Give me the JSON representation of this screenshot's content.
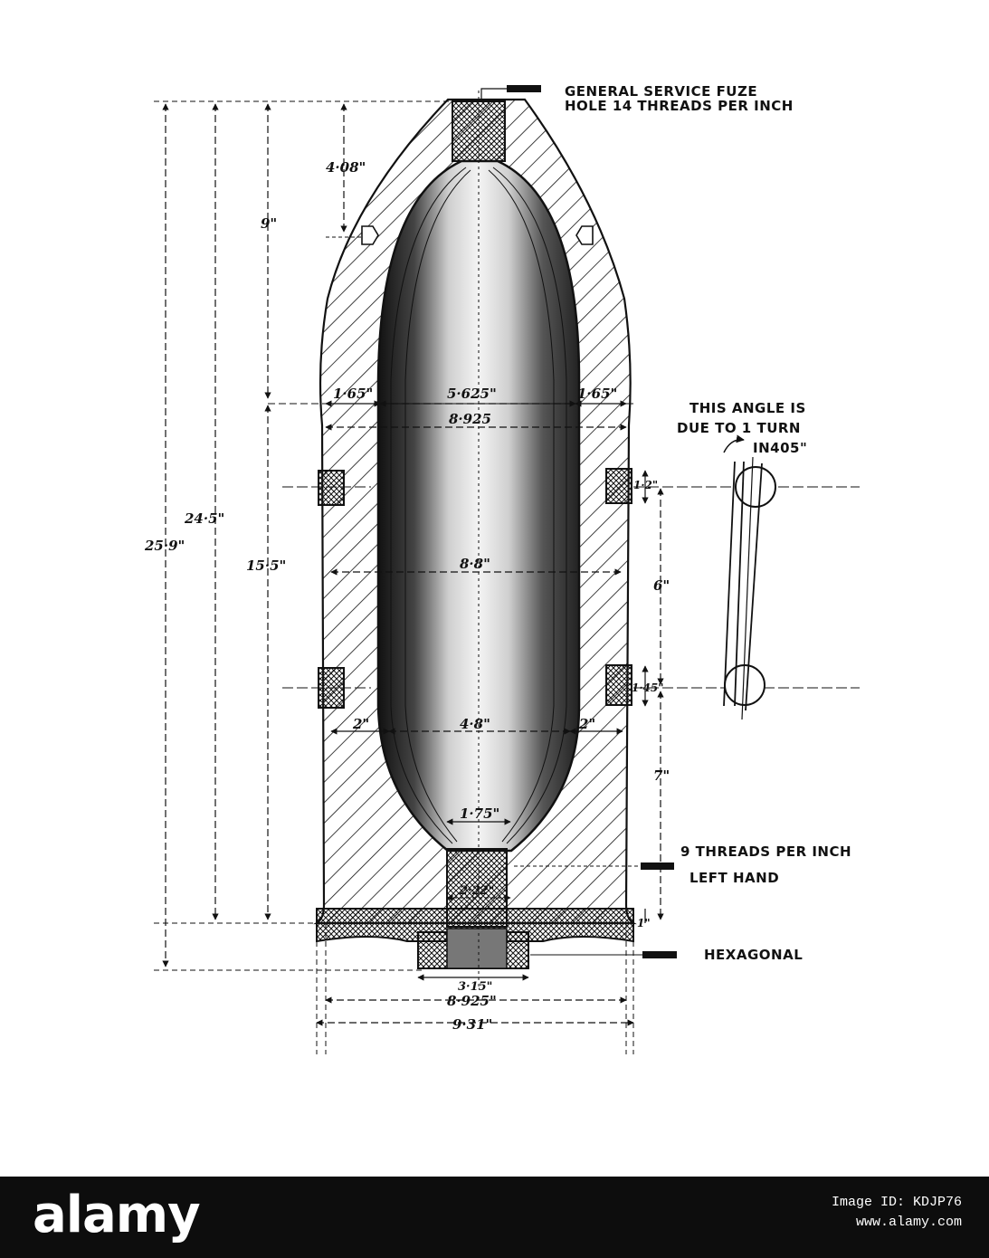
{
  "labels": {
    "fuze_1": "GENERAL SERVICE FUZE",
    "fuze_2": "HOLE 14 THREADS PER INCH",
    "angle_1": "THIS ANGLE IS",
    "angle_2": "DUE TO 1 TURN",
    "angle_3": "IN405\"",
    "threads_1": "9 THREADS PER INCH",
    "threads_2": "LEFT HAND",
    "hexagonal": "HEXAGONAL"
  },
  "dimensions": {
    "fuze_depth": "4·08\"",
    "head_length": "9\"",
    "wall_left_head": "1·65\"",
    "cavity_head": "5·625\"",
    "wall_right_head": "1·65\"",
    "body_diameter": "8·925",
    "cavity_mid": "8·8\"",
    "band_width_1": "1·2\"",
    "band_spacing": "6\"",
    "band_width_2": "1·45\"",
    "wall_left_base": "2\"",
    "cavity_base": "4·8\"",
    "wall_right_base": "2\"",
    "base_to_band": "7\"",
    "neck": "1·75\"",
    "plug": "2·22\"",
    "base_gap": "1\"",
    "hex_width": "3·15\"",
    "base_diameter": "8·925\"",
    "rim_diameter": "9·31\"",
    "cyl_length": "15·5\"",
    "length_total_inner": "24·5\"",
    "length_total": "25·9\""
  },
  "footer": {
    "brand": "alamy",
    "stock_line1": "Image ID: KDJP76",
    "stock_line2": "www.alamy.com"
  }
}
